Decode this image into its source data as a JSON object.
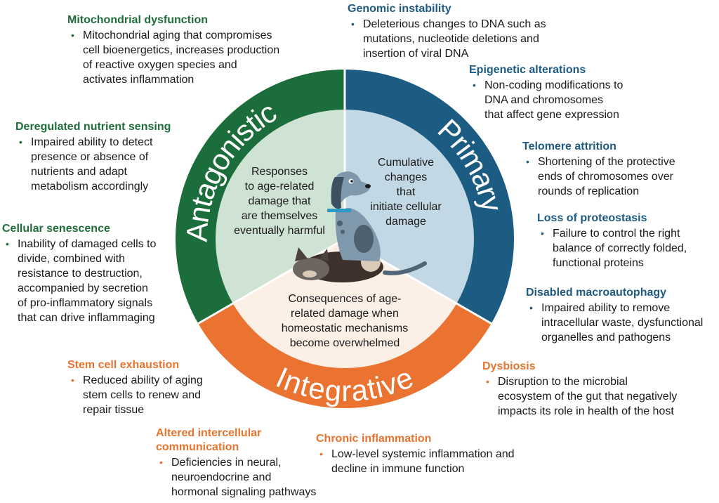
{
  "colors": {
    "antagonistic": "#1b6e3b",
    "antagonistic_inner": "#cfe3d5",
    "primary": "#1c5b82",
    "primary_inner": "#c3d8e5",
    "integrative": "#ea7332",
    "integrative_inner": "#fbefe6"
  },
  "wheel": {
    "segments": [
      {
        "id": "antagonistic",
        "label": "Antagonistic",
        "inner_text": "Responses to age-related damage that are themselves eventually harmful"
      },
      {
        "id": "primary",
        "label": "Primary",
        "inner_text": "Cumulative changes that initiate cellular damage"
      },
      {
        "id": "integrative",
        "label": "Integrative",
        "inner_text": "Consequences of age-related damage when homeostatic mechanisms become overwhelmed"
      }
    ],
    "antagonistic_lines": [
      "Responses",
      "to age-related",
      "damage that",
      "are themselves",
      "eventually harmful"
    ],
    "primary_lines": [
      "Cumulative",
      "changes",
      "that",
      "initiate cellular",
      "damage"
    ],
    "integrative_lines": [
      "Consequences of age-",
      "related damage when",
      "homeostatic mechanisms",
      "become overwhelmed"
    ],
    "illustration": "dog-and-cat-icon"
  },
  "hallmarks": {
    "mito": {
      "title": "Mitochondrial dysfunction",
      "lines": [
        "Mitochondrial aging that compromises",
        "cell bioenergetics, increases production",
        "of reactive oxygen species and",
        "activates inflammation"
      ]
    },
    "nutrient": {
      "title": "Deregulated nutrient sensing",
      "lines": [
        "Impaired ability to detect",
        "presence or absence of",
        "nutrients and adapt",
        "metabolism accordingly"
      ]
    },
    "senescence": {
      "title": "Cellular senescence",
      "lines": [
        "Inability of damaged cells to",
        "divide, combined with",
        "resistance to destruction,",
        "accompanied by secretion",
        "of pro-inflammatory signals",
        "that can drive inflammaging"
      ]
    },
    "genomic": {
      "title": "Genomic instability",
      "lines": [
        "Deleterious changes to DNA such as",
        "mutations, nucleotide deletions and",
        "insertion of viral DNA"
      ]
    },
    "epigenetic": {
      "title": "Epigenetic alterations",
      "lines": [
        "Non-coding modifications to",
        "DNA and chromosomes",
        "that affect gene expression"
      ]
    },
    "telomere": {
      "title": "Telomere attrition",
      "lines": [
        "Shortening of the protective",
        "ends of chromosomes over",
        "rounds of replication"
      ]
    },
    "proteostasis": {
      "title": "Loss of proteostasis",
      "lines": [
        "Failure to control the right",
        "balance of correctly folded,",
        "functional proteins"
      ]
    },
    "autophagy": {
      "title": "Disabled macroautophagy",
      "lines": [
        "Impaired ability to remove",
        "intracellular waste, dysfunctional",
        "organelles and pathogens"
      ]
    },
    "stemcell": {
      "title": "Stem cell exhaustion",
      "lines": [
        "Reduced ability of aging",
        "stem cells to renew and",
        "repair tissue"
      ]
    },
    "dysbiosis": {
      "title": "Dysbiosis",
      "lines": [
        "Disruption to the microbial",
        "ecosystem of the gut that negatively",
        "impacts its role in health of the host"
      ]
    },
    "intercellular": {
      "title_lines": [
        "Altered intercellular",
        "communication"
      ],
      "lines": [
        "Deficiencies in neural,",
        "neuroendocrine and",
        "hormonal signaling pathways"
      ]
    },
    "inflammation": {
      "title": "Chronic inflammation",
      "lines": [
        "Low-level systemic inflammation and",
        "decline in immune function"
      ]
    }
  },
  "bullet": "•"
}
